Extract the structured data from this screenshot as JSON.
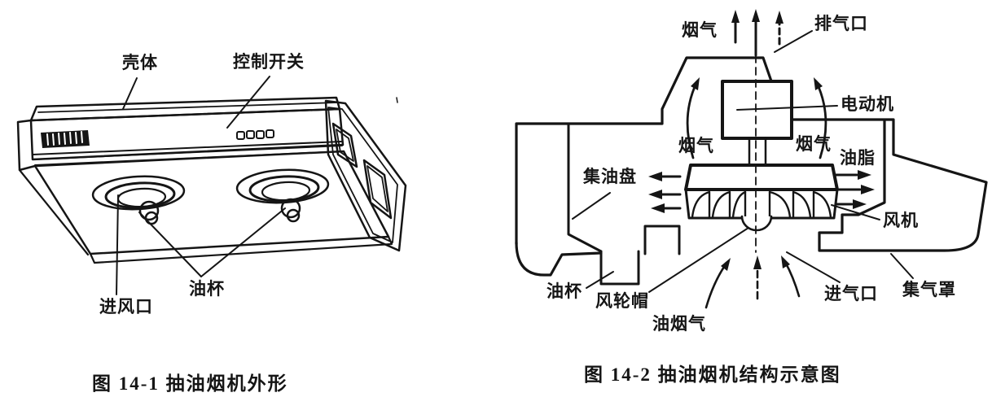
{
  "page": {
    "background": "#ffffff",
    "ink": "#151515"
  },
  "figure_left": {
    "caption": "图 14-1  抽油烟机外形",
    "labels": {
      "shell": "壳体",
      "control_switch": "控制开关",
      "air_inlet": "进风口",
      "oil_cup": "油杯"
    }
  },
  "figure_right": {
    "caption": "图 14-2  抽油烟机结构示意图",
    "labels": {
      "smoke_top": "烟气",
      "exhaust_outlet": "排气口",
      "motor": "电动机",
      "smoke_left": "烟气",
      "smoke_right": "烟气",
      "grease": "油脂",
      "oil_collect_pan": "集油盘",
      "fan": "风机",
      "oil_cup": "油杯",
      "fan_wheel_cap": "风轮帽",
      "oil_fume": "油烟气",
      "air_intake": "进气口",
      "gas_collect_hood": "集气罩"
    }
  }
}
